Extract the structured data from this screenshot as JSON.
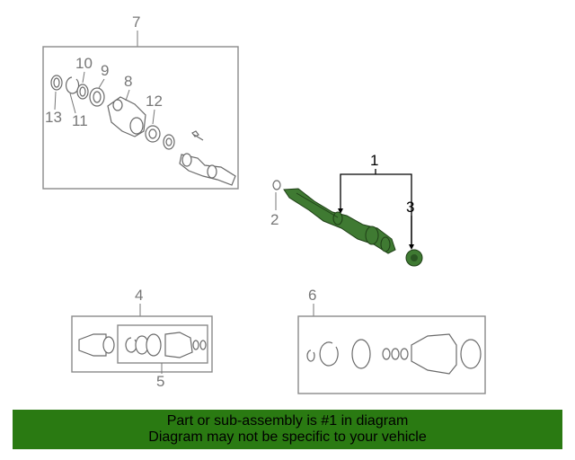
{
  "callouts": {
    "c1": "1",
    "c2": "2",
    "c3": "3",
    "c4": "4",
    "c5": "5",
    "c6": "6",
    "c7": "7",
    "c8": "8",
    "c9": "9",
    "c10": "10",
    "c11": "11",
    "c12": "12",
    "c13": "13"
  },
  "banner": {
    "line1": "Part or sub-assembly is #1 in diagram",
    "line2": "Diagram may not be specific to your vehicle"
  },
  "colors": {
    "highlight_part": "#3f7a32",
    "banner_bg": "#2a7a12",
    "callout_gray": "#777777"
  }
}
